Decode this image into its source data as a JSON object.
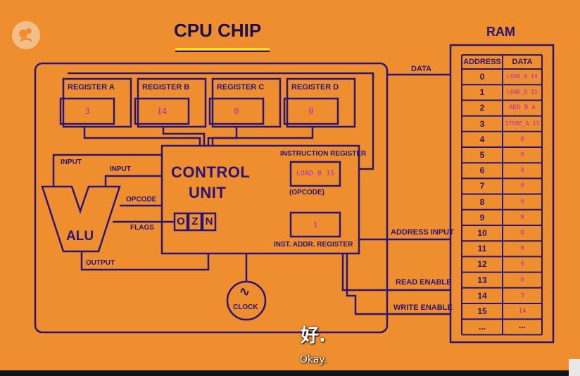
{
  "title": "CPU CHIP",
  "ram": {
    "title": "RAM",
    "header_address": "ADDRESS",
    "header_data": "DATA",
    "rows": [
      {
        "address": "0",
        "data": "LOAD_A 14"
      },
      {
        "address": "1",
        "data": "LOAD_B 15"
      },
      {
        "address": "2",
        "data": "ADD B A"
      },
      {
        "address": "3",
        "data": "STORE_A 13"
      },
      {
        "address": "4",
        "data": "0"
      },
      {
        "address": "5",
        "data": "0"
      },
      {
        "address": "6",
        "data": "0"
      },
      {
        "address": "7",
        "data": "0"
      },
      {
        "address": "8",
        "data": "0"
      },
      {
        "address": "9",
        "data": "0"
      },
      {
        "address": "10",
        "data": "0"
      },
      {
        "address": "11",
        "data": "0"
      },
      {
        "address": "12",
        "data": "0"
      },
      {
        "address": "13",
        "data": "0"
      },
      {
        "address": "14",
        "data": "3"
      },
      {
        "address": "15",
        "data": "14"
      },
      {
        "address": "...",
        "data": "..."
      }
    ]
  },
  "registers": [
    {
      "label": "REGISTER A",
      "value": "3"
    },
    {
      "label": "REGISTER B",
      "value": "14"
    },
    {
      "label": "REGISTER C",
      "value": "0"
    },
    {
      "label": "REGISTER D",
      "value": "0"
    }
  ],
  "control_unit": {
    "line1": "CONTROL",
    "line2": "UNIT",
    "flags": [
      "O",
      "Z",
      "N"
    ]
  },
  "instruction_register": {
    "label": "INSTRUCTION REGISTER",
    "value": "LOAD_B 15",
    "sublabel": "(OPCODE)"
  },
  "inst_addr_register": {
    "label": "INST. ADDR. REGISTER",
    "value": "1"
  },
  "alu": {
    "label": "ALU",
    "input1": "INPUT",
    "input2": "INPUT",
    "opcode": "OPCODE",
    "flags": "FLAGS",
    "output": "OUTPUT"
  },
  "clock": {
    "label": "CLOCK",
    "symbol": "∿"
  },
  "buses": {
    "data": "DATA",
    "address_input": "ADDRESS INPUT",
    "read_enable": "READ ENABLE",
    "write_enable": "WRITE ENABLE"
  },
  "subtitles": {
    "chinese": "好.",
    "english": "Okay."
  },
  "colors": {
    "background": "#ee8e2e",
    "line": "#2b1478",
    "value_text": "#b02cc0",
    "title_underline": "#f5e21a"
  },
  "icons": [
    "pbs-logo-icon",
    "clock-icon"
  ]
}
